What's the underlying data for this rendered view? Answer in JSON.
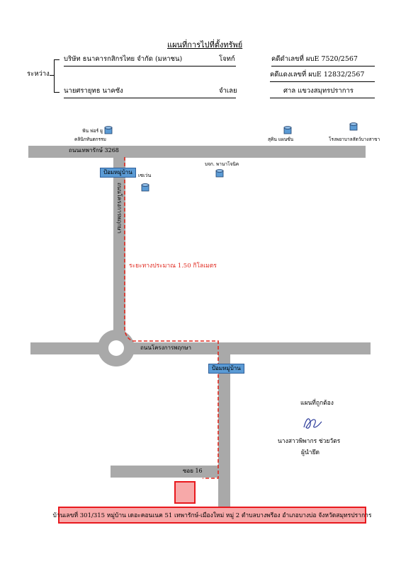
{
  "header": {
    "title": "แผนที่การไปที่ตั้งทรัพย์",
    "between_label": "ระหว่าง",
    "plaintiff_name": "บริษัท ธนาคารกสิกรไทย จำกัด (มหาชน)",
    "plaintiff_role": "โจทก์",
    "defendant_name": "นายศรายุทธ นาคซัง",
    "defendant_role": "จำเลย",
    "black_case": "คดีดำเลขที่ ผบE 7520/2567",
    "red_case": "คดีแดงเลขที่ ผบE 12832/2567",
    "court": "ศาล แขวงสมุทรปราการ"
  },
  "landmarks": {
    "fun_fold": "ฟัน ฟอร์ ยู",
    "clinic": "คลินิกทันตกรรม",
    "seven_eleven": "เซเว่น",
    "pana": "บจก. พานาโจนิค",
    "sukhum": "สุคิน แผนซั่น",
    "factory": "โรงพยาบาลสัตว์บางสาขา"
  },
  "roads": {
    "thepharak": "ถนนเทพารักษ์ 3268",
    "khrongkan_vertical": "ถนนโครงการพฤกษา",
    "khrongkan_horizontal": "ถนนโครงการพฤกษา",
    "soi": "ซอย 16"
  },
  "stops": {
    "stop1": "ป้อมหมู่บ้าน",
    "stop2": "ป้อมหมู่บ้าน"
  },
  "distance_note": "ระยะทางประมาณ 1.50 กิโลเมตร",
  "certification": {
    "correct_map": "แผนที่ถูกต้อง",
    "signer_name": "นางสาวพิพากร ช่วยวัตร",
    "signer_role": "ผู้นำยึด"
  },
  "address": "บ้านเลขที่ 301/315 หมู่บ้าน เดอะคอนเนค 51 เทพารักษ์-เมืองใหม่ หมู่ 2 ตำบลบางพรีอง อำเภอบางบ่อ จังหวัดสมุทรปราการ",
  "colors": {
    "road": "#a9a9a9",
    "route": "#e0281e",
    "stop": "#5b9bd5",
    "marker": "#5b9bd5",
    "address_fill": "#f7a9a9"
  }
}
